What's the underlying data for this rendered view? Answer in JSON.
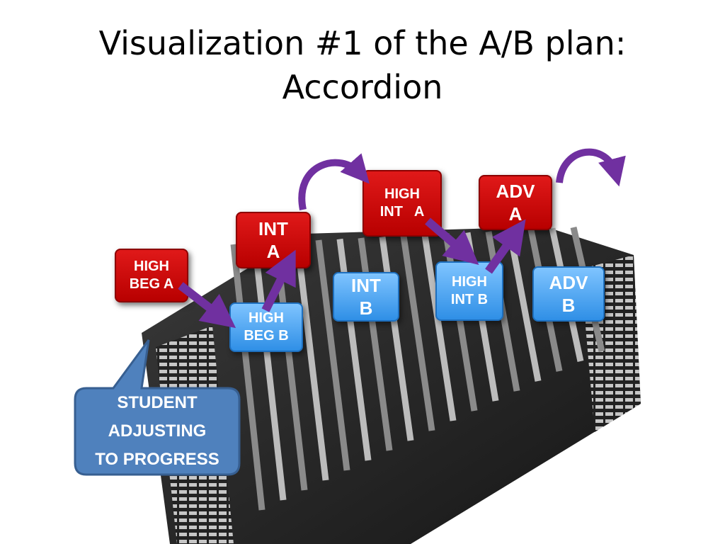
{
  "title": {
    "line1": "Visualization #1 of the A/B plan:",
    "line2": "Accordion"
  },
  "levels_a": [
    {
      "line1": "HIGH",
      "line2": "BEG A"
    },
    {
      "line1": "INT",
      "line2": "A"
    },
    {
      "line1": "HIGH",
      "line2": "INT   A"
    },
    {
      "line1": "ADV",
      "line2": "A"
    }
  ],
  "levels_b": [
    {
      "line1": "HIGH",
      "line2": "BEG B"
    },
    {
      "line1": "INT",
      "line2": "B"
    },
    {
      "line1": "HIGH",
      "line2": "INT B"
    },
    {
      "line1": "ADV",
      "line2": "B"
    }
  ],
  "callout": {
    "line1": "STUDENT",
    "line2": "ADJUSTING",
    "line3": "TO PROGRESS"
  },
  "colors": {
    "a_box": "#cc0000",
    "b_box": "#4aa8f5",
    "arrow": "#7030a0",
    "callout": "#4f81bd"
  }
}
